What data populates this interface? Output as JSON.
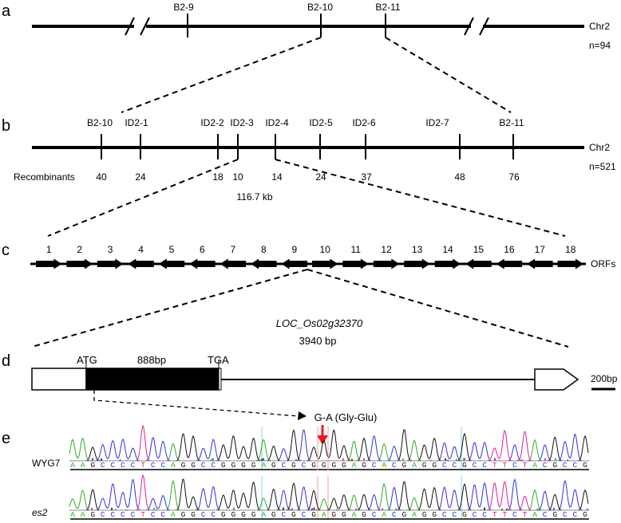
{
  "panels": {
    "a": {
      "letter": "a",
      "markers": [
        "B2-9",
        "B2-10",
        "B2-11"
      ],
      "chromosome": "Chr2",
      "n": "n=94"
    },
    "b": {
      "letter": "b",
      "markers": [
        "B2-10",
        "ID2-1",
        "ID2-2",
        "ID2-3",
        "ID2-4",
        "ID2-5",
        "ID2-6",
        "ID2-7",
        "B2-11"
      ],
      "recombinants_label": "Recombinants",
      "recombinants": [
        "40",
        "24",
        "18",
        "10",
        "14",
        "24",
        "37",
        "48",
        "76"
      ],
      "chromosome": "Chr2",
      "n": "n=521",
      "interval": "116.7 kb"
    },
    "c": {
      "letter": "c",
      "orf_numbers": [
        "1",
        "2",
        "3",
        "4",
        "5",
        "6",
        "7",
        "8",
        "9",
        "10",
        "11",
        "12",
        "13",
        "14",
        "15",
        "16",
        "17",
        "18"
      ],
      "orf_directions": [
        "right",
        "right",
        "right",
        "left",
        "left",
        "left",
        "left",
        "left",
        "left",
        "right",
        "right",
        "right",
        "right",
        "right",
        "left",
        "left",
        "left",
        "right"
      ],
      "track_label": "ORFs"
    },
    "d": {
      "letter": "d",
      "gene": "LOC_Os02g32370",
      "gene_length": "3940 bp",
      "start_codon": "ATG",
      "cds_length": "888bp",
      "stop_codon": "TGA",
      "scale": "200bp"
    },
    "e": {
      "letter": "e",
      "mutation": "G-A (Gly-Glu)",
      "samples": [
        {
          "name": "WYG7",
          "italic": false,
          "sequence": "AAGCCCCTCCAGGCCGGGGAGCGCGGGGAGCACGAGGCCGCCTTCTACGCCG"
        },
        {
          "name": "es2",
          "italic": true,
          "sequence": "AAGCCCCTCCAGGCCGGGGAGCGCGAGGAGCACGAGGCCGCCTTCTACGCCG"
        }
      ],
      "base_colors": {
        "A": "#2eaa2e",
        "C": "#3030e0",
        "G": "#111111",
        "T": "#e02090"
      },
      "arrow_color": "#e8191e"
    }
  }
}
